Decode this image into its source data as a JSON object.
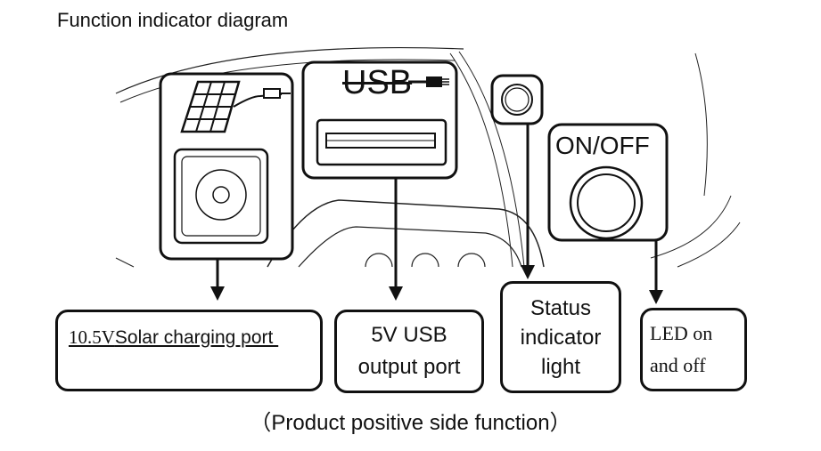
{
  "title": "Function indicator diagram",
  "caption": "（Product positive side function）",
  "device": {
    "usb_logo": "USB",
    "power_button_label": "ON/OFF"
  },
  "labels": {
    "solar_port_voltage": "10.5V",
    "solar_port_text": "Solar charging port ",
    "usb_port": "5V USB\noutput port",
    "status_light": "Status\nindicator\nlight",
    "led": "LED on\nand off"
  }
}
